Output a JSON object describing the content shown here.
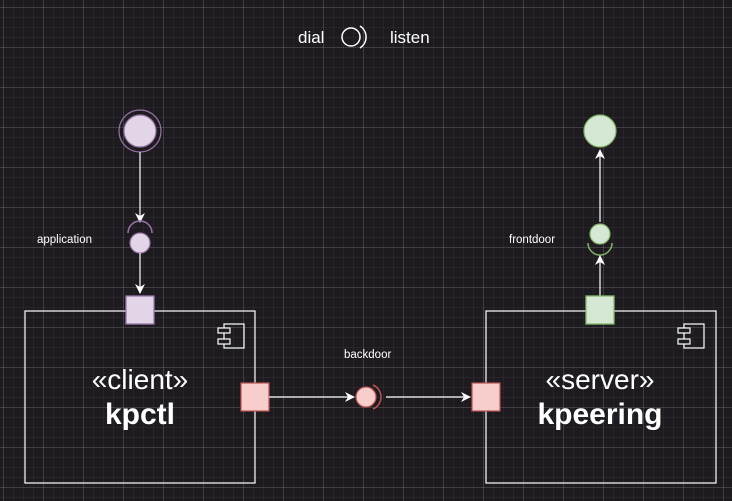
{
  "legend": {
    "dial_label": "dial",
    "listen_label": "listen"
  },
  "client": {
    "stereotype": "«client»",
    "name": "kpctl",
    "port_label": "application",
    "accent": "#e1d5e7",
    "accent_stroke": "#9673a6"
  },
  "server": {
    "stereotype": "«server»",
    "name": "kpeering",
    "port_label": "frontdoor",
    "accent": "#d5e8d4",
    "accent_stroke": "#82b366"
  },
  "connection": {
    "label": "backdoor",
    "accent": "#f8cecc",
    "accent_stroke": "#b85450"
  },
  "colors": {
    "background": "#1e1b20",
    "line": "#ffffff"
  }
}
